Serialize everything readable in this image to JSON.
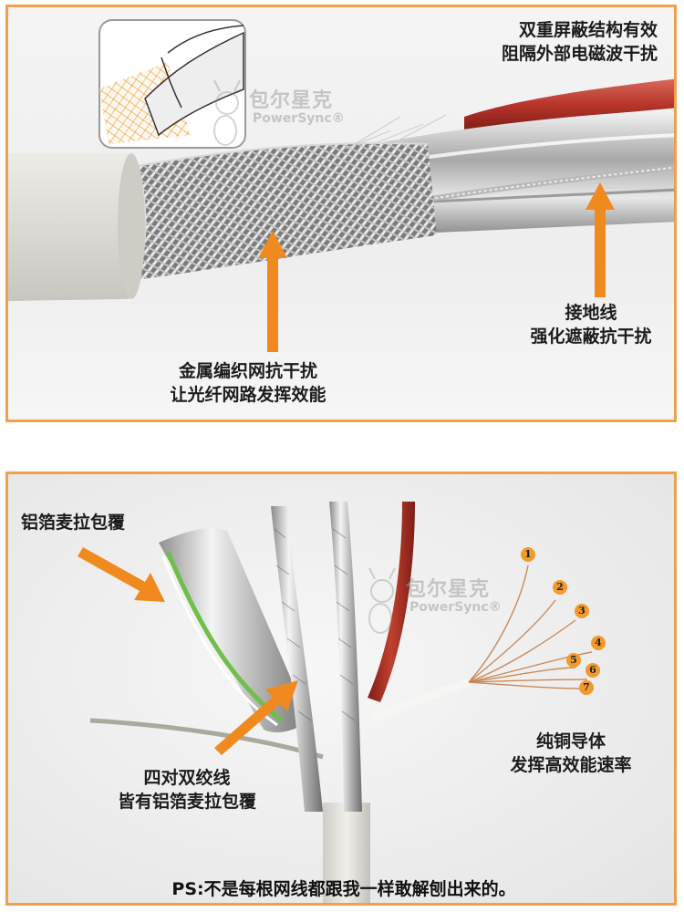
{
  "top_panel": {
    "caption_shield": [
      "双重屏蔽结构有效",
      "阻隔外部电磁波干扰"
    ],
    "caption_ground": [
      "接地线",
      "强化遮蔽抗干扰"
    ],
    "caption_braid": [
      "金属编织网抗干扰",
      "让光纤网路发挥效能"
    ],
    "watermark_cn": "包尔星克",
    "watermark_en": "PowerSync",
    "watermark_mark": "®"
  },
  "bottom_panel": {
    "caption_foil": "铝箔麦拉包覆",
    "caption_pairs": [
      "四对双绞线",
      "皆有铝箔麦拉包覆"
    ],
    "caption_copper": [
      "纯铜导体",
      "发挥高效能速率"
    ],
    "strand_numbers": [
      "1",
      "2",
      "3",
      "4",
      "5",
      "6",
      "7"
    ],
    "watermark_cn": "包尔星克",
    "watermark_en": "PowerSync",
    "watermark_mark": "®",
    "ps_note": "PS:不是每根网线都跟我一样敢解刨出来的。"
  },
  "colors": {
    "frame": "#f0a04b",
    "arrow": "#f08a1e",
    "jacket": "#dedbd5",
    "red_wire": "#b8352a",
    "copper": "#c88a5a"
  }
}
